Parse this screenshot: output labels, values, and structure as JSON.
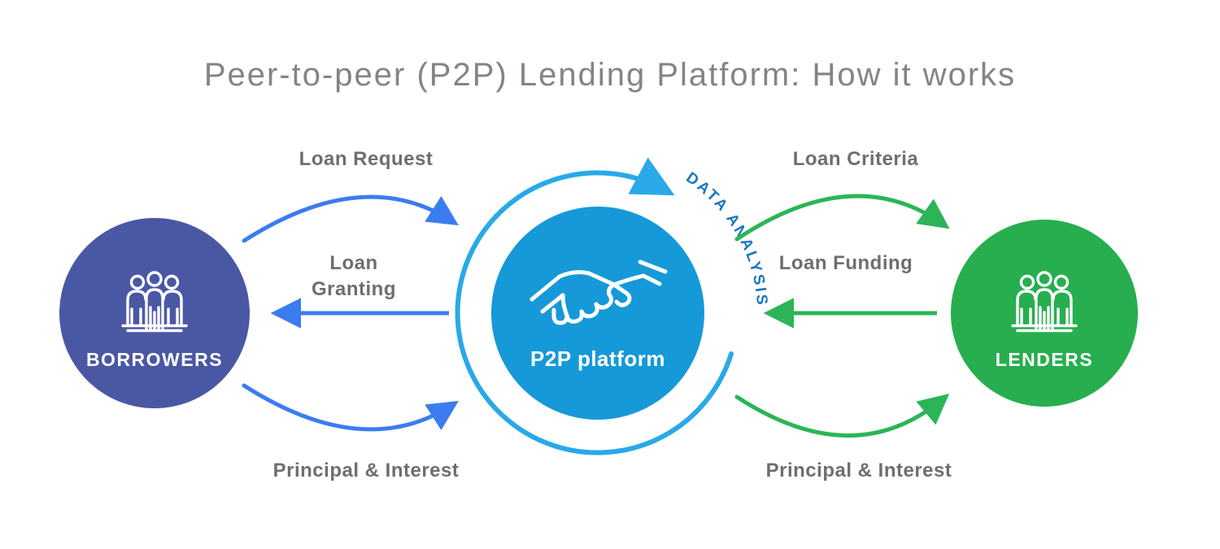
{
  "title": "Peer-to-peer (P2P) Lending Platform: How it works",
  "nodes": {
    "borrowers": {
      "label": "BORROWERS",
      "icon": "people-group-icon",
      "color": "#4a58a4"
    },
    "platform": {
      "label": "P2P platform",
      "icon": "handshake-icon",
      "color": "#1699d8"
    },
    "lenders": {
      "label": "LENDERS",
      "icon": "people-group-icon",
      "color": "#27ae4f"
    }
  },
  "ring": {
    "label": "DATA ANALYSIS",
    "arrow_color": "#29a9e8",
    "text_color": "#1a76c2",
    "around": "P2P platform"
  },
  "flows": [
    {
      "id": "loan-request",
      "label": "Loan Request",
      "from": "BORROWERS",
      "to": "P2P platform",
      "color": "#3b7cf0"
    },
    {
      "id": "loan-granting",
      "label": "Loan Granting",
      "from": "P2P platform",
      "to": "BORROWERS",
      "color": "#3b7cf0"
    },
    {
      "id": "principal-interest-left",
      "label": "Principal & Interest",
      "from": "BORROWERS",
      "to": "P2P platform",
      "color": "#3b7cf0"
    },
    {
      "id": "loan-criteria",
      "label": "Loan Criteria",
      "from": "P2P platform",
      "to": "LENDERS",
      "color": "#2bb556"
    },
    {
      "id": "loan-funding",
      "label": "Loan Funding",
      "from": "LENDERS",
      "to": "P2P platform",
      "color": "#2bb556"
    },
    {
      "id": "principal-interest-right",
      "label": "Principal & Interest",
      "from": "P2P platform",
      "to": "LENDERS",
      "color": "#2bb556"
    }
  ],
  "colors": {
    "title_text": "#828487",
    "flow_label_text": "#6d6e71",
    "background": "#ffffff"
  }
}
